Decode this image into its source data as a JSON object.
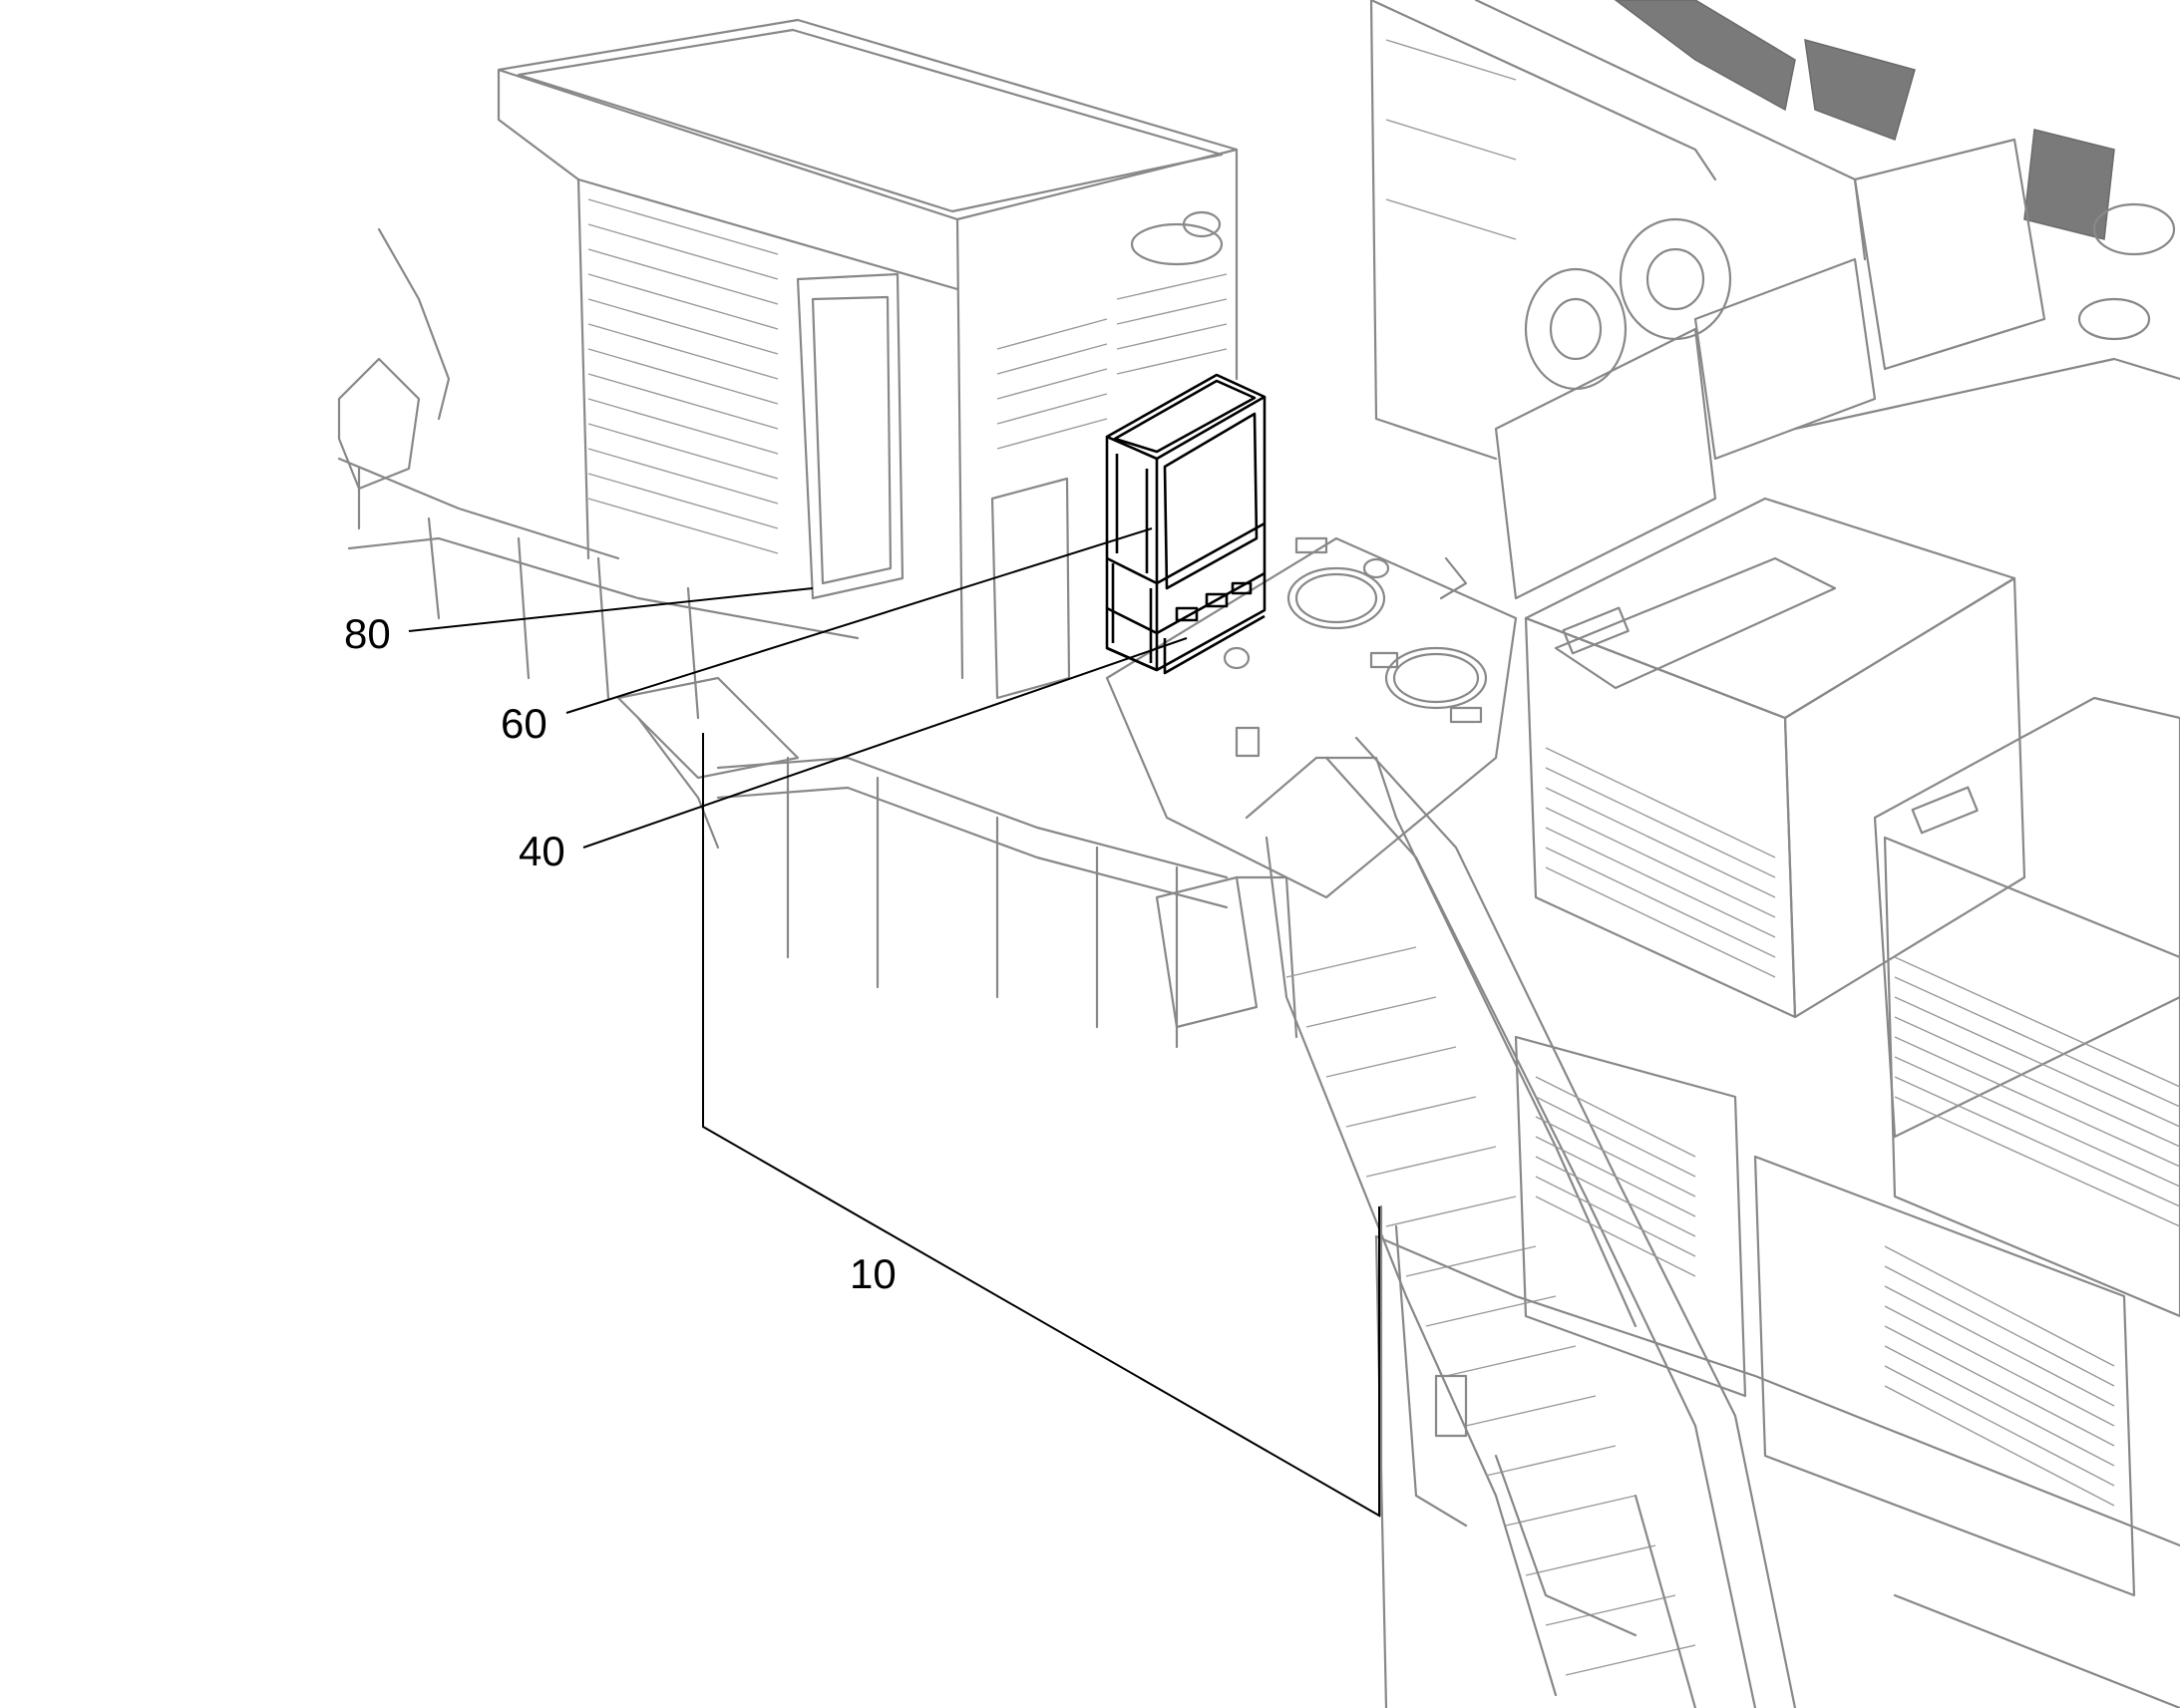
{
  "callouts": [
    {
      "id": "80",
      "label": "80"
    },
    {
      "id": "60",
      "label": "60"
    },
    {
      "id": "40",
      "label": "40"
    },
    {
      "id": "10",
      "label": "10"
    }
  ],
  "colors": {
    "machine_lines": "#888888",
    "highlight_lines": "#000000",
    "background": "#ffffff"
  }
}
